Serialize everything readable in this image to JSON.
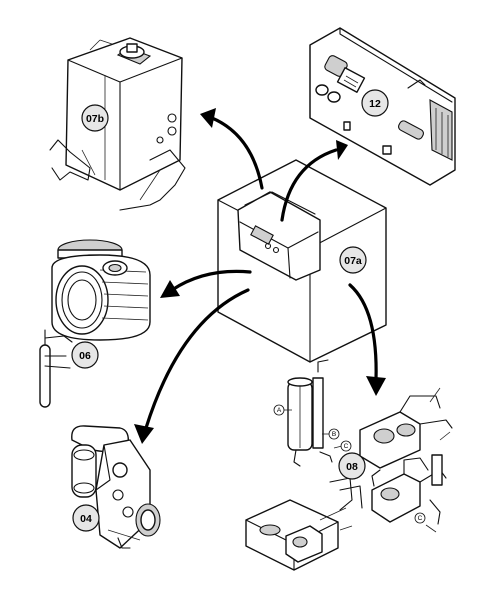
{
  "callouts": {
    "box_top_left": "07b",
    "control_panel": "12",
    "boiler_casing": "07a",
    "heat_exchanger": "06",
    "burner_fan": "04",
    "hydraulic_group": "08"
  },
  "part_letters": {
    "a": "A",
    "b": "B",
    "c": "C",
    "c2": "C"
  }
}
